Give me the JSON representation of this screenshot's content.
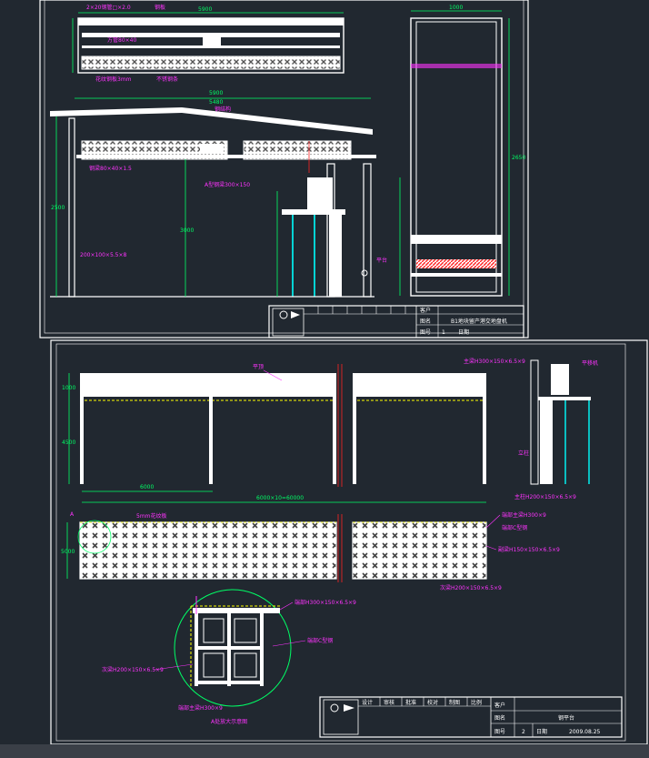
{
  "colors": {
    "background": "#212830",
    "frame": "#ffffff",
    "dimension": "#00ff66",
    "annotation": "#ff33ff",
    "hidden_line": "#ffff00",
    "red_mark": "#ff2222",
    "cyan_line": "#00ffff"
  },
  "sheet1": {
    "title_block": {
      "row1_label": "客户",
      "row2_label": "图名",
      "row2_value": "B1地块留产港交地盘机",
      "row3_label": "图号",
      "row3_value": "1",
      "row3_label2": "日期"
    },
    "dims": {
      "top_width": "5900",
      "side_width": "1000",
      "side_height": "2650",
      "front_span": "5480",
      "front_overall": "5900",
      "front_height": "2500",
      "front_mid": "3000"
    },
    "notes": {
      "n1": "2×20钢管□×2.0",
      "n2": "钢板",
      "n3": "方管80×40",
      "n4": "花纹钢板3mm",
      "n5": "不锈钢条",
      "n6": "钢梁80×40×1.5",
      "n7": "钢结构",
      "n8": "200×100×5.5×8",
      "n9": "A型钢梁300×150",
      "n10": "平台"
    }
  },
  "sheet2": {
    "title_block": {
      "row1_label": "客户",
      "row2_label": "图名",
      "row2_value": "钢平台",
      "row3_label": "图号",
      "row3_value": "2",
      "row3_label2": "日期",
      "date": "2009.08.25",
      "header_cells": [
        "设计",
        "审核",
        "批准",
        "校对",
        "制图",
        "比例"
      ]
    },
    "dims": {
      "h1": "1000",
      "h2": "4500",
      "bay": "6000",
      "span_total": "6000×10=60000",
      "plan_depth": "5000"
    },
    "notes": {
      "roof": "平顶",
      "plate": "5mm花纹板",
      "beam_main": "主梁H300×150×6.5×9",
      "machine": "平移机",
      "column": "立柱",
      "column_base": "主柱H200×150×6.5×9",
      "edge_a": "A",
      "side_beam": "端部主梁H300×9",
      "side_c": "端部C型钢",
      "secondary": "副梁H150×150×6.5×9",
      "sub_beam": "次梁H200×150×6.5×9",
      "detail_main": "端部H300×150×6.5×9",
      "detail_c": "端部C型钢",
      "detail_left": "次梁H200×150×6.5×9",
      "detail_bottom": "端部主梁H300×9",
      "detail_caption": "A处放大示意图"
    }
  }
}
